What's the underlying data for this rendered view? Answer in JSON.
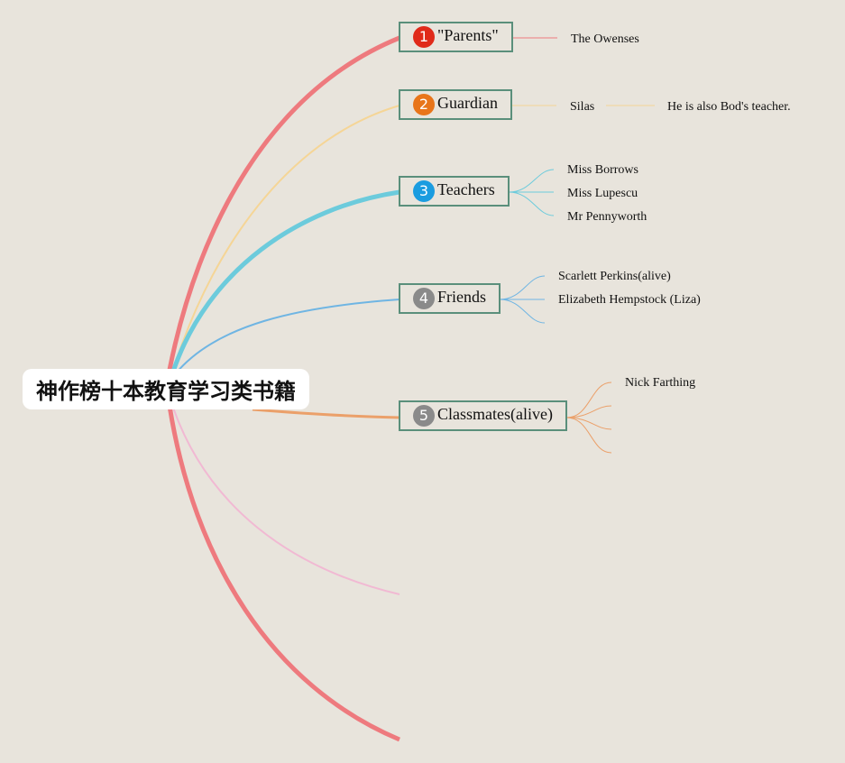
{
  "root": {
    "title": "神作榜十本教育学习类书籍"
  },
  "topics": [
    {
      "number": "1",
      "label": "\"Parents\"",
      "badge_color": "#e02a1a",
      "branch_color": "#ee7a7e",
      "children": [
        "The Owenses"
      ]
    },
    {
      "number": "2",
      "label": "Guardian",
      "badge_color": "#e8751a",
      "branch_color": "#f5d596",
      "children": [
        "Silas"
      ],
      "sub_children": [
        "He is also Bod's teacher."
      ]
    },
    {
      "number": "3",
      "label": "Teachers",
      "badge_color": "#1a9ce0",
      "branch_color": "#6ccbdc",
      "children": [
        "Miss Borrows",
        "Miss Lupescu",
        "Mr Pennyworth"
      ]
    },
    {
      "number": "4",
      "label": "Friends",
      "badge_color": "#8a8a8a",
      "branch_color": "#6fb5e3",
      "children": [
        "Scarlett Perkins(alive)",
        "Elizabeth Hempstock (Liza)"
      ]
    },
    {
      "number": "5",
      "label": "Classmates(alive)",
      "badge_color": "#8a8a8a",
      "branch_color": "#eba06a",
      "children": [
        "Nick Farthing"
      ]
    }
  ],
  "colors": {
    "background": "#e8e4dc",
    "topic_border": "#5a8f7b",
    "extra_branch": "#f1b9d3"
  }
}
